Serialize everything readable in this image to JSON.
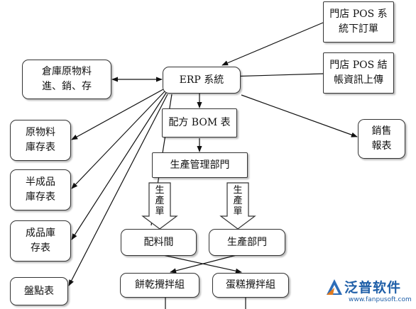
{
  "nodes": {
    "erp": "ERP 系統",
    "store_order": [
      "門店 POS 系",
      "統下訂單"
    ],
    "store_checkout": [
      "門店 POS 結",
      "帳資訊上傳"
    ],
    "raw_warehouse": [
      "倉庫原物料",
      "進、銷、存"
    ],
    "bom": "配方 BOM 表",
    "sales": [
      "銷售",
      "報表"
    ],
    "raw_inventory": [
      "原物料",
      "庫存表"
    ],
    "semi_inventory": [
      "半成品",
      "庫存表"
    ],
    "finished_inventory": [
      "成品庫",
      "存表"
    ],
    "stocktake": "盤點表",
    "production_mgmt": "生產管理部門",
    "batching_room": "配料間",
    "production_dept": "生產部門",
    "biscuit_mixing": "餅乾攪拌組",
    "cake_mixing": "蛋糕攪拌組"
  },
  "production_order": [
    "生",
    "產",
    "單"
  ],
  "logo": {
    "name": "泛普软件",
    "url": "www.fanpusoft.com"
  }
}
